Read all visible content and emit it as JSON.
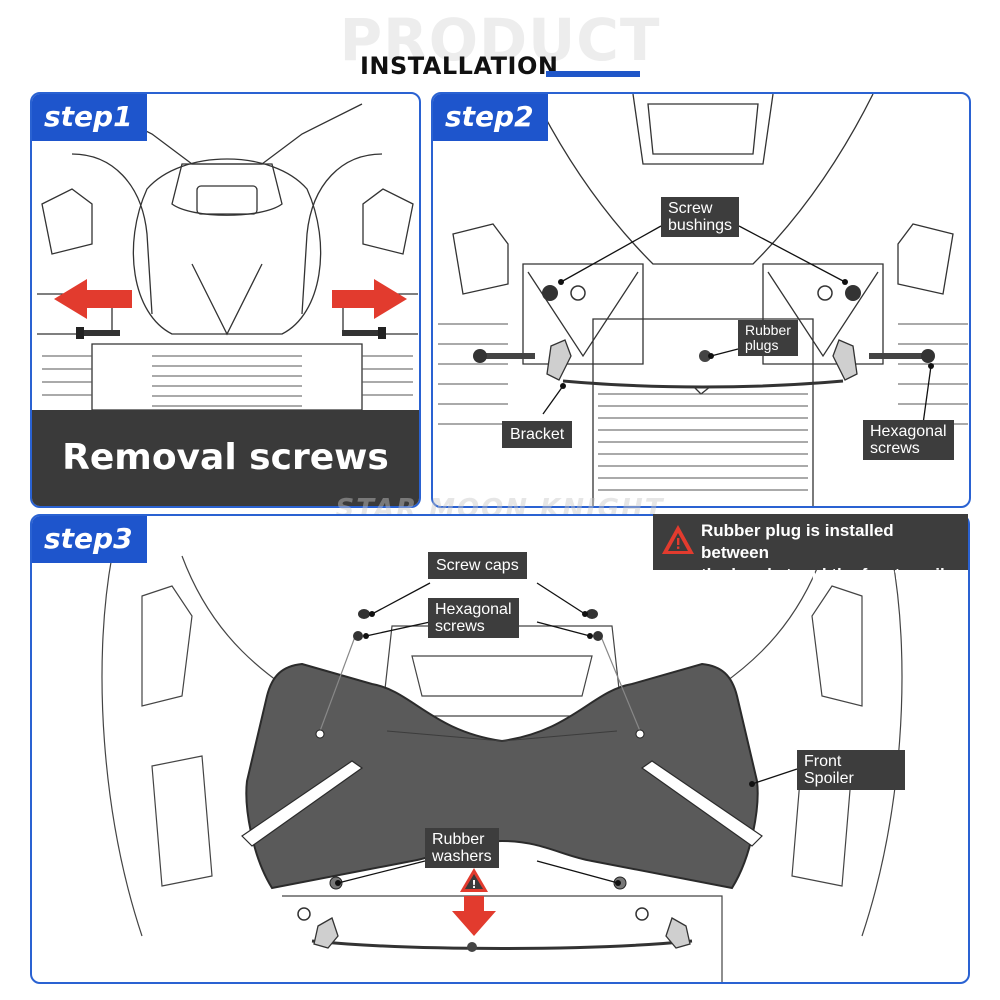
{
  "header": {
    "ghost_text": "PRODUCT",
    "title": "INSTALLATION",
    "accent_color": "#1f56c8"
  },
  "watermark": "STAR MOON KNIGHT",
  "step1": {
    "tag": "step1",
    "caption": "Removal screws"
  },
  "step2": {
    "tag": "step2",
    "labels": {
      "screw_bushings_1": "Screw",
      "screw_bushings_2": "bushings",
      "rubber_plugs_1": "Rubber",
      "rubber_plugs_2": "plugs",
      "bracket": "Bracket",
      "hex_screws_1": "Hexagonal",
      "hex_screws_2": "screws"
    }
  },
  "step3": {
    "tag": "step3",
    "warning_line1": "Rubber plug is installed between",
    "warning_line2": "the bracket and the front spoiler",
    "labels": {
      "screw_caps": "Screw caps",
      "hex_screws_1": "Hexagonal",
      "hex_screws_2": "screws",
      "front_spoiler_1": "Front",
      "front_spoiler_2": "Spoiler",
      "rubber_washers_1": "Rubber",
      "rubber_washers_2": "washers"
    }
  },
  "colors": {
    "panel_border": "#2a62d2",
    "tag_bg": "#1e55cc",
    "label_bg": "#3d3d3d",
    "arrow_red": "#e23b2e",
    "spoiler_fill": "#5a5a5a"
  },
  "icons": [
    "warning-triangle-icon",
    "red-arrow-left-icon",
    "red-arrow-right-icon",
    "red-arrow-down-icon"
  ]
}
